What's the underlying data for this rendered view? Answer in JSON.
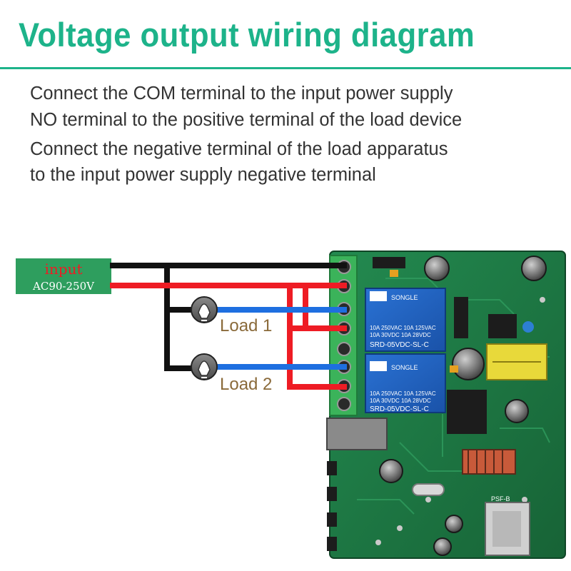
{
  "title": "Voltage output wiring diagram",
  "instructions": [
    "Connect the COM terminal to the input power supply",
    "NO terminal to the positive terminal of the load device",
    "Connect the negative terminal of the load apparatus",
    "to the input power supply negative terminal"
  ],
  "input_box": {
    "label": "input",
    "voltage": "AC90-250V"
  },
  "loads": [
    "Load 1",
    "Load 2"
  ],
  "relays": [
    {
      "brand": "SONGLE",
      "ratings": [
        "10A 250VAC  10A 125VAC",
        "10A  30VDC  10A  28VDC"
      ],
      "model": "SRD-05VDC-SL-C"
    },
    {
      "brand": "SONGLE",
      "ratings": [
        "10A 250VAC  10A 125VAC",
        "10A  30VDC  10A  28VDC"
      ],
      "model": "SRD-05VDC-SL-C"
    }
  ],
  "module_label": "PSF-B",
  "colors": {
    "title": "#1db38a",
    "wire_positive": "#ee1c24",
    "wire_negative": "#111111",
    "wire_load": "#1e6fe0",
    "pcb": "#1f7a45",
    "relay": "#1f5fc0",
    "input_box": "#2e9e5e"
  }
}
